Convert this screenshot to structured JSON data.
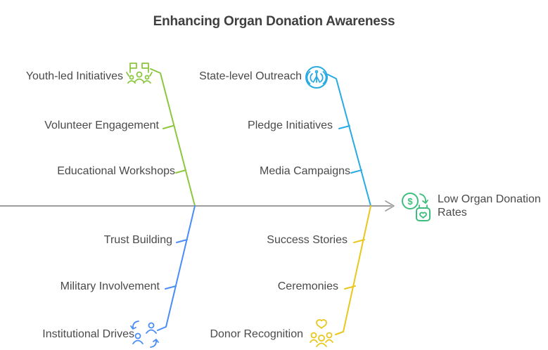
{
  "title": "Enhancing Organ Donation Awareness",
  "effect": {
    "label": "Low Organ Donation Rates",
    "icon": "money-to-donation-heart-icon",
    "currency_symbol": "$"
  },
  "branches": [
    {
      "name": "top-left",
      "color": "#8DC63F",
      "icon": "community-raised-hands-icon",
      "items": [
        "Youth-led Initiatives",
        "Volunteer Engagement",
        "Educational Workshops"
      ]
    },
    {
      "name": "top-right",
      "color": "#29ABE2",
      "icon": "broadcast-tower-icon",
      "items": [
        "State-level Outreach",
        "Pledge Initiatives",
        "Media Campaigns"
      ]
    },
    {
      "name": "bottom-left",
      "color": "#4A8DF8",
      "icon": "people-exchange-icon",
      "items": [
        "Trust Building",
        "Military Involvement",
        "Institutional Drives"
      ]
    },
    {
      "name": "bottom-right",
      "color": "#E9C71D",
      "icon": "family-with-heart-icon",
      "items": [
        "Success Stories",
        "Ceremonies",
        "Donor Recognition"
      ]
    }
  ],
  "colors": {
    "spine": "#9E9E9E",
    "effect_icon": "#3EBE7E",
    "title_text": "#3F3F3F",
    "label_text": "#4A4A4A",
    "background": "#FFFFFF"
  }
}
